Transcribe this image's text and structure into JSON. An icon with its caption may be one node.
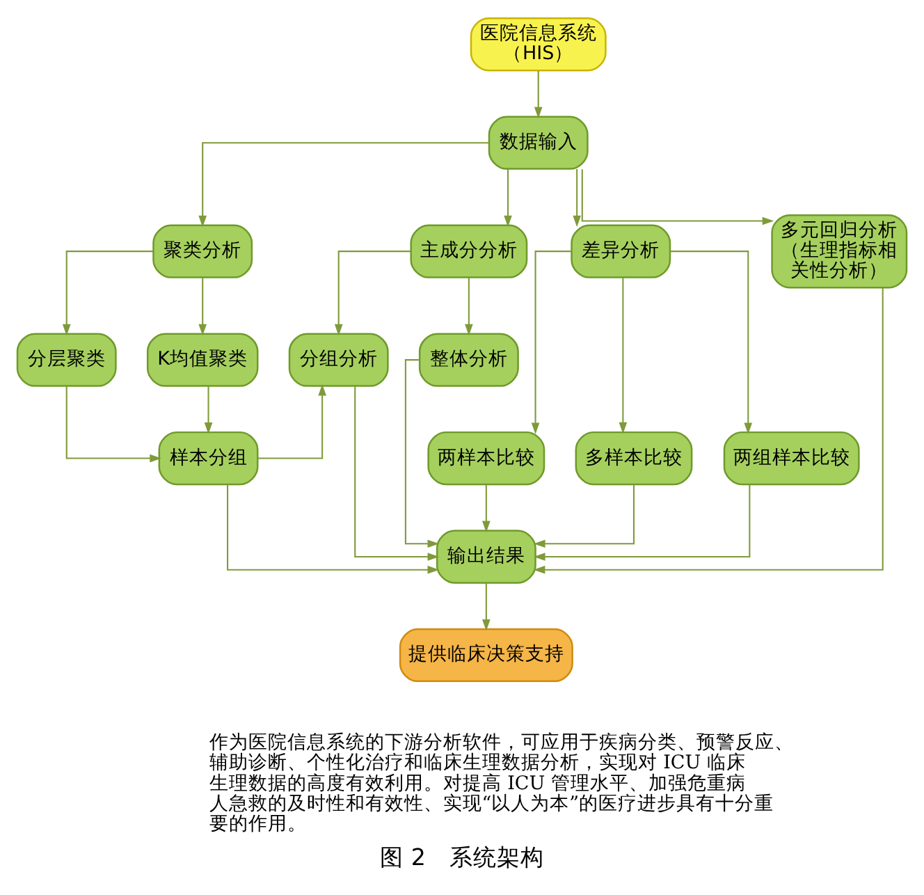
{
  "diagram": {
    "caption": "图 2　系统架构",
    "nodes": [
      {
        "text": [
          "医院信息系统（HIS）"
        ]
      },
      {
        "text": [
          "数据输入"
        ]
      },
      {
        "text": [
          "聚类分析"
        ]
      },
      {
        "text": [
          "主成分分析"
        ]
      },
      {
        "text": [
          "差异分析"
        ]
      },
      {
        "text": [
          "多元回归分析（生理指标相关性分析）"
        ]
      },
      {
        "text": [
          "分层聚类"
        ]
      },
      {
        "text": [
          "K均值聚类"
        ]
      },
      {
        "text": [
          "分组分析"
        ]
      },
      {
        "text": [
          "整体分析"
        ]
      },
      {
        "text": [
          "两样本比较"
        ]
      },
      {
        "text": [
          "多样本比较"
        ]
      },
      {
        "text": [
          "两组样本比较"
        ]
      },
      {
        "text": [
          "样本分组"
        ]
      },
      {
        "text": [
          "输出结果"
        ]
      },
      {
        "text": [
          "提供临床决策支持"
        ]
      }
    ],
    "edges": [
      {
        "from": 0,
        "to": 1,
        "arrow": "to"
      },
      {
        "from": 1,
        "to": 2,
        "arrow": "to"
      },
      {
        "from": 1,
        "to": 3,
        "arrow": "to"
      },
      {
        "from": 1,
        "to": 4,
        "arrow": "to"
      },
      {
        "from": 1,
        "to": 5,
        "arrow": "to"
      },
      {
        "from": 2,
        "to": 6,
        "arrow": "to"
      },
      {
        "from": 2,
        "to": 7,
        "arrow": "to"
      },
      {
        "from": 3,
        "to": 8,
        "arrow": "to"
      },
      {
        "from": 3,
        "to": 9,
        "arrow": "to"
      },
      {
        "from": 4,
        "to": 10,
        "arrow": "to"
      },
      {
        "from": 4,
        "to": 11,
        "arrow": "to"
      },
      {
        "from": 4,
        "to": 12,
        "arrow": "to"
      },
      {
        "from": 6,
        "to": 13,
        "arrow": "to"
      },
      {
        "from": 7,
        "to": 13,
        "arrow": "to"
      },
      {
        "from": 13,
        "to": 8,
        "arrow": "to"
      },
      {
        "from": 13,
        "to": 14,
        "arrow": "to"
      },
      {
        "from": 8,
        "to": 14,
        "arrow": "to"
      },
      {
        "from": 9,
        "to": 14,
        "arrow": "to"
      },
      {
        "from": 10,
        "to": 14,
        "arrow": "to"
      },
      {
        "from": 11,
        "to": 14,
        "arrow": "to"
      },
      {
        "from": 12,
        "to": 14,
        "arrow": "to"
      },
      {
        "from": 5,
        "to": 14,
        "arrow": "to"
      },
      {
        "from": 14,
        "to": 15,
        "arrow": "to"
      }
    ],
    "labels": [
      "作为医院信息系统的下游分析软件，可应用于疾病分类、预警反应、辅助诊断、个性化治疗和临床生理数据分析，实现对 ICU 临床生理数据的高度有效利用。对提高 ICU 管理水平、加强危重病人急救的及时性和有效性、实现“以人为本”的医疗进步具有十分重要的作用。"
    ]
  }
}
